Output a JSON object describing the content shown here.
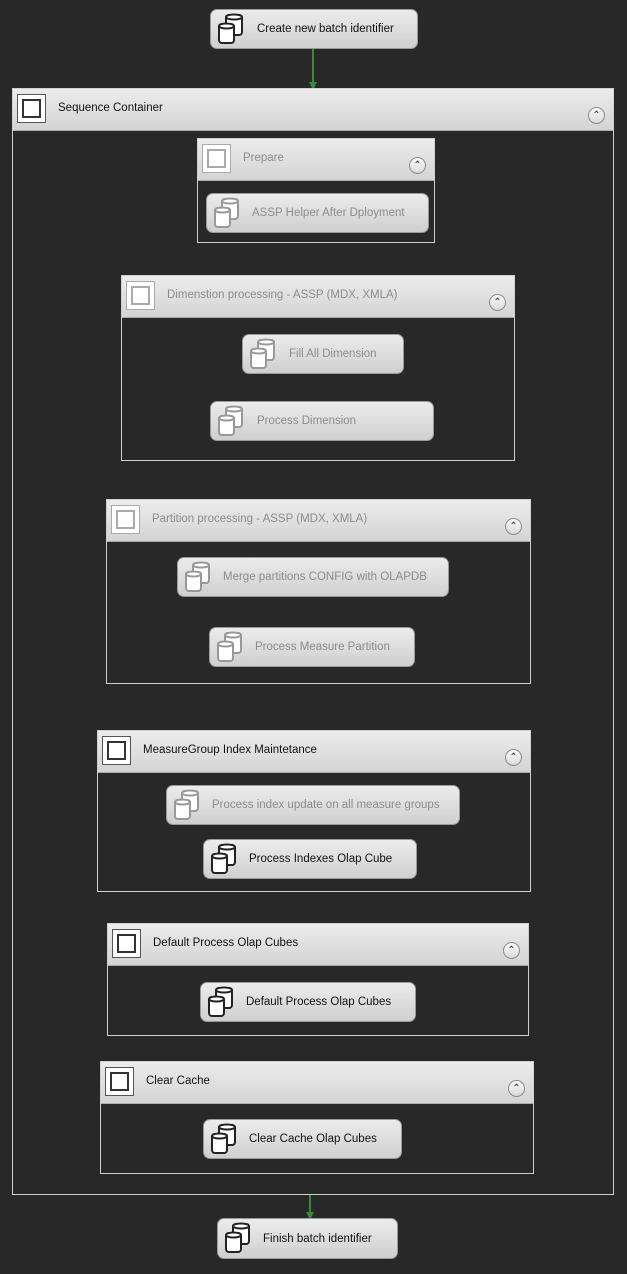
{
  "top_task": {
    "label": "Create new batch identifier"
  },
  "sequence_container": {
    "title": "Sequence Container"
  },
  "prepare": {
    "title": "Prepare",
    "task": "ASSP Helper After Dployment"
  },
  "dimension": {
    "title": "Dimenstion processing - ASSP (MDX, XMLA)",
    "task1": "Fill All Dimension",
    "task2": "Process Dimension"
  },
  "partition": {
    "title": "Partition processing - ASSP (MDX, XMLA)",
    "task1": "Merge partitions CONFIG with OLAPDB",
    "task2": "Process Measure Partition"
  },
  "measuregroup": {
    "title": "MeasureGroup Index Maintetance",
    "task1": "Process index update on all measure groups",
    "task2": "Process Indexes Olap Cube"
  },
  "default_process": {
    "title": "Default Process Olap Cubes",
    "task": "Default Process Olap Cubes"
  },
  "clear_cache": {
    "title": "Clear Cache",
    "task": "Clear Cache Olap Cubes"
  },
  "bottom_task": {
    "label": "Finish batch identifier"
  },
  "colors": {
    "background": "#282828",
    "connector": "#3a8a3a",
    "task_fill": "#dcdcdc",
    "disabled_text": "#8c8c8c"
  },
  "icons": {
    "task": "database-task-icon",
    "container": "sequence-container-icon",
    "collapse": "chevron-up-icon"
  }
}
